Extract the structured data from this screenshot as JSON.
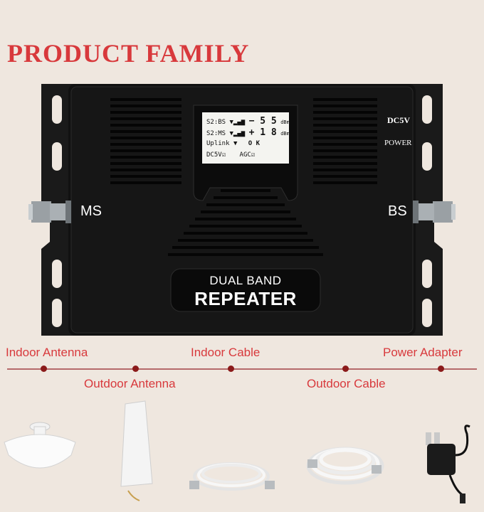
{
  "header": {
    "title": "PRODUCT FAMILY"
  },
  "device": {
    "port_left": "MS",
    "port_right": "BS",
    "dc_label": "DC5V",
    "power_label": "POWER",
    "lcd": {
      "row1_label": "S2:BS",
      "row1_value": "− 5 5",
      "row1_unit": "dBm",
      "row2_label": "S2:MS",
      "row2_value": "+ 1 8",
      "row2_unit": "dBm",
      "row3_label": "Uplink",
      "row3_value": "O K",
      "row4_left": "DC5V",
      "row4_right": "AGC"
    },
    "badge_line1": "DUAL BAND",
    "badge_line2": "REPEATER"
  },
  "accessories": {
    "top": [
      "Indoor Antenna",
      "Indoor  Cable",
      "Power Adapter"
    ],
    "bottom": [
      "Outdoor Antenna",
      "Outdoor Cable"
    ]
  },
  "colors": {
    "accent": "#d8393c",
    "device": "#151515",
    "background": "#efe7df"
  }
}
